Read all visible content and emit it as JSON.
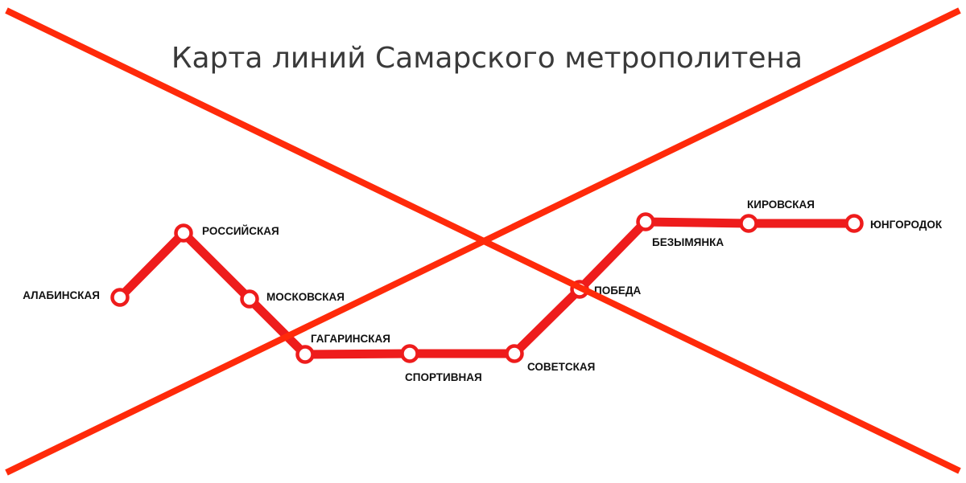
{
  "title": "Карта линий Самарского метрополитена",
  "colors": {
    "line": "#ee1c1c",
    "cross": "#ff2a0a",
    "background": "#ffffff",
    "title": "#3a3a3a",
    "label": "#111111"
  },
  "line": {
    "stations": [
      {
        "name": "АЛАБИНСКАЯ"
      },
      {
        "name": "РОССИЙСКАЯ"
      },
      {
        "name": "МОСКОВСКАЯ"
      },
      {
        "name": "ГАГАРИНСКАЯ"
      },
      {
        "name": "СПОРТИВНАЯ"
      },
      {
        "name": "СОВЕТСКАЯ"
      },
      {
        "name": "ПОБЕДА"
      },
      {
        "name": "БЕЗЫМЯНКА"
      },
      {
        "name": "КИРОВСКАЯ"
      },
      {
        "name": "ЮНГОРОДОК"
      }
    ]
  },
  "overlay": {
    "icon": "cross-out-icon"
  }
}
